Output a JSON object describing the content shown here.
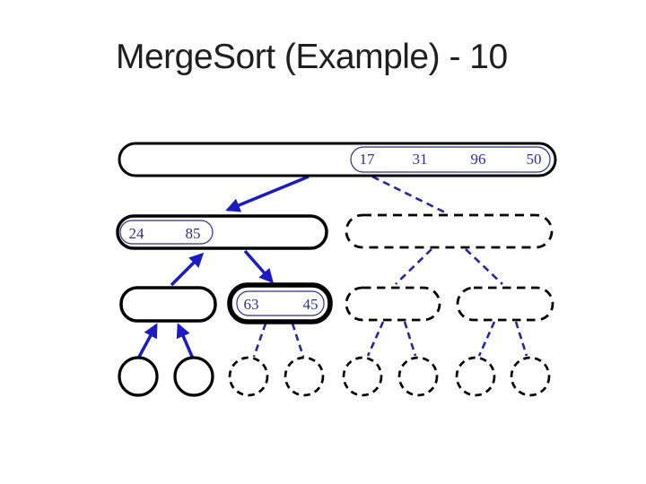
{
  "title": "MergeSort (Example) - 10",
  "colors": {
    "background": "#ffffff",
    "title_text": "#1f1f1f",
    "node_border_black": "#000000",
    "value_text_navy": "#2f2f8f",
    "inner_box_border_navy": "#2f2f8f",
    "solid_arrow_blue": "#1b1bc3",
    "dashed_line_blue": "#26269e"
  },
  "tree": {
    "root": {
      "state": "solid-border",
      "note": "holds remaining right-half values in inner box",
      "values": [
        "17",
        "31",
        "96",
        "50"
      ]
    },
    "left_child": {
      "state": "solid-border",
      "note": "merged left quarter shown in inner box",
      "values": [
        "24",
        "85"
      ]
    },
    "right_child": {
      "state": "dashed-pending",
      "values": []
    },
    "left_left": {
      "state": "solid-empty",
      "values": []
    },
    "left_right": {
      "state": "current-thick-border",
      "values": [
        "63",
        "45"
      ]
    },
    "right_left": {
      "state": "dashed-pending",
      "values": []
    },
    "right_right": {
      "state": "dashed-pending",
      "values": []
    },
    "leaves": [
      {
        "state": "solid-empty"
      },
      {
        "state": "solid-empty"
      },
      {
        "state": "dashed-pending"
      },
      {
        "state": "dashed-pending"
      },
      {
        "state": "dashed-pending"
      },
      {
        "state": "dashed-pending"
      },
      {
        "state": "dashed-pending"
      },
      {
        "state": "dashed-pending"
      }
    ],
    "edges": {
      "solid_arrows": [
        "root -> left_child (down)",
        "left_left -> left_child (up, merged)",
        "left_child -> left_right (down)",
        "leaf1 -> left_left (up, merged)",
        "leaf2 -> left_left (up, merged)"
      ],
      "dashed_lines": [
        "root -> right_child",
        "left_right -> leaf3",
        "left_right -> leaf4",
        "right_child -> right_left",
        "right_child -> right_right",
        "right_left -> leaf5",
        "right_left -> leaf6",
        "right_right -> leaf7",
        "right_right -> leaf8"
      ]
    }
  }
}
